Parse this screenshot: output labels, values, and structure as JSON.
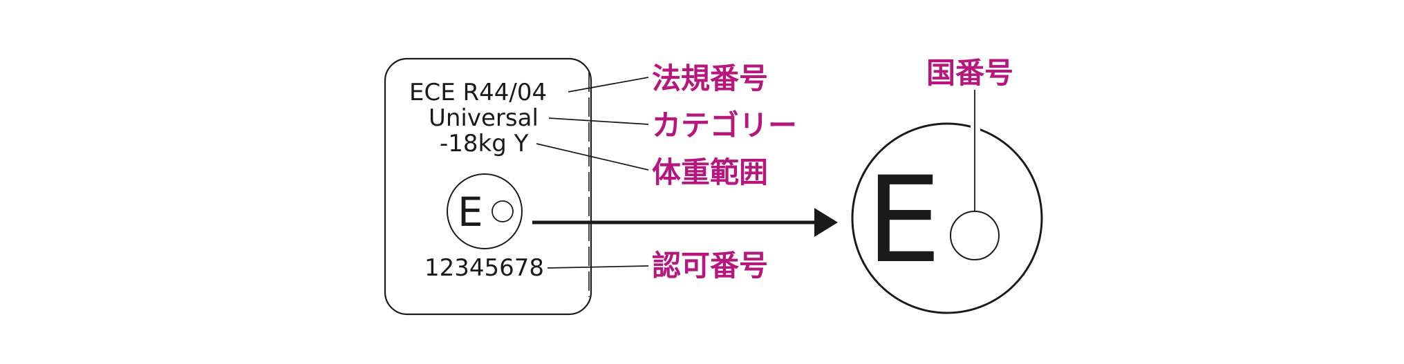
{
  "label": {
    "regulation": "ECE R44/04",
    "category": "Universal",
    "weight": "-18kg Y",
    "mark_letter": "E",
    "approval_number": "12345678"
  },
  "callouts": {
    "regulation_number": "法規番号",
    "category": "カテゴリー",
    "weight_range": "体重範囲",
    "approval_number": "認可番号",
    "country_number": "国番号"
  },
  "zoom": {
    "mark_letter": "E"
  },
  "colors": {
    "callout": "#b5177d",
    "line": "#1a1a1a"
  }
}
